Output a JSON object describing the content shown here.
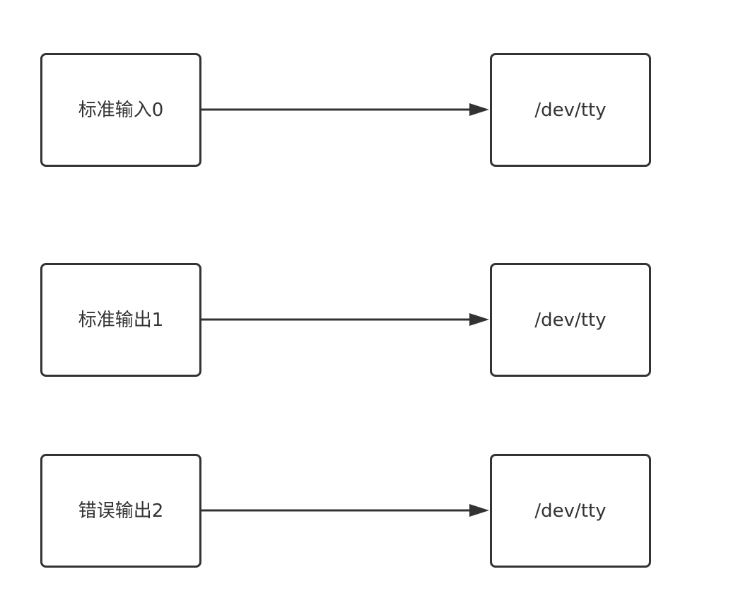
{
  "diagram": {
    "rows": [
      {
        "source": "标准输入0",
        "target": "/dev/tty"
      },
      {
        "source": "标准输出1",
        "target": "/dev/tty"
      },
      {
        "source": "错误输出2",
        "target": "/dev/tty"
      }
    ]
  },
  "colors": {
    "stroke": "#333333",
    "background": "#ffffff",
    "text": "#333333"
  }
}
